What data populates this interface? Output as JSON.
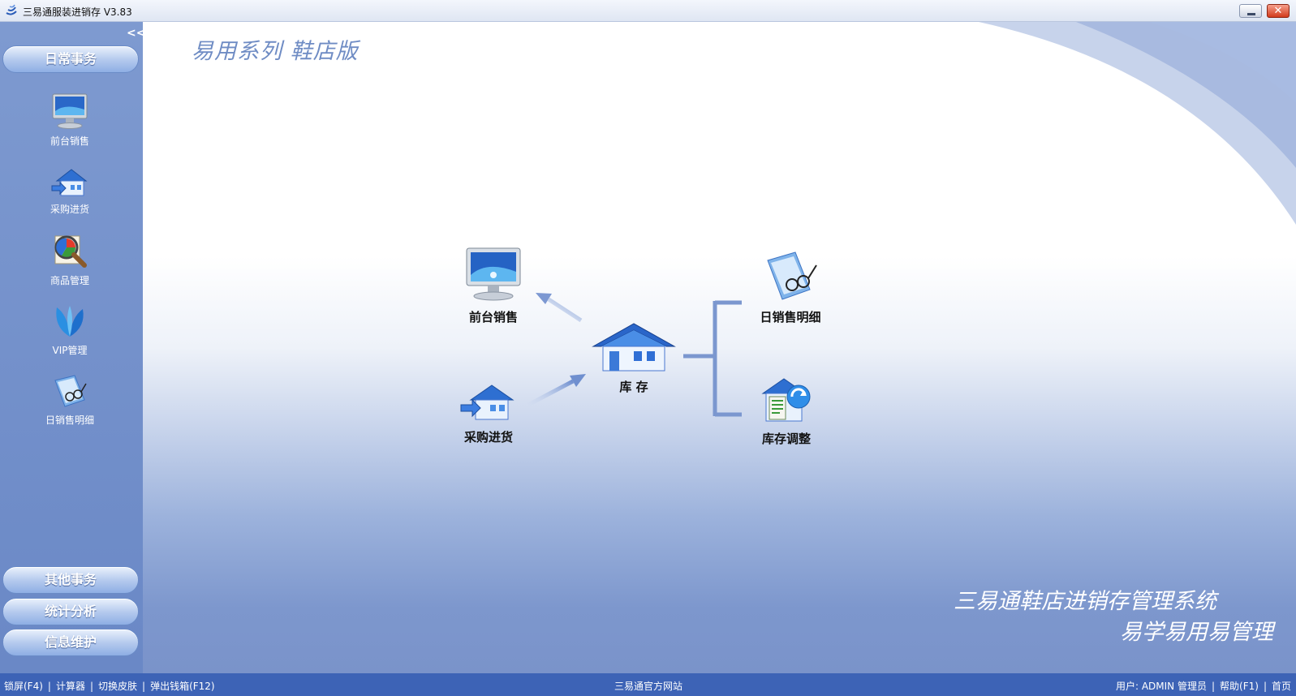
{
  "window": {
    "title": "三易通服装进销存 V3.83",
    "minimize_icon": "minimize-icon",
    "close_icon": "close-icon",
    "close_glyph": "✕"
  },
  "sidebar": {
    "collapse_glyph": "<<",
    "sections": {
      "daily": "日常事务",
      "other": "其他事务",
      "stats": "统计分析",
      "maint": "信息维护"
    },
    "items": [
      {
        "label": "前台销售",
        "icon": "monitor-icon"
      },
      {
        "label": "采购进货",
        "icon": "house-arrow-icon"
      },
      {
        "label": "商品管理",
        "icon": "magnifier-chart-icon"
      },
      {
        "label": "VIP管理",
        "icon": "vip-leaf-icon"
      },
      {
        "label": "日销售明细",
        "icon": "notebook-glasses-icon"
      }
    ]
  },
  "main": {
    "brand_top": "易用系列 鞋店版",
    "brand_bottom_line1": "三易通鞋店进销存管理系统",
    "brand_bottom_line2": "易学易用易管理",
    "flow": {
      "front_sales": "前台销售",
      "purchase": "采购进货",
      "inventory": "库 存",
      "daily_detail": "日销售明细",
      "stock_adjust": "库存调整"
    }
  },
  "statusbar": {
    "lock": "锁屏(F4)",
    "calculator": "计算器",
    "skin": "切换皮肤",
    "cashbox": "弹出钱箱(F12)",
    "site": "三易通官方网站",
    "user_label": "用户:",
    "user_value": "ADMIN 管理员",
    "help": "帮助(F1)",
    "home": "首页",
    "separator": "|"
  },
  "colors": {
    "sidebar": "#6f8cc9",
    "statusbar": "#3d63b6",
    "brand": "#6f8cc4",
    "accent": "#4a78d0"
  }
}
